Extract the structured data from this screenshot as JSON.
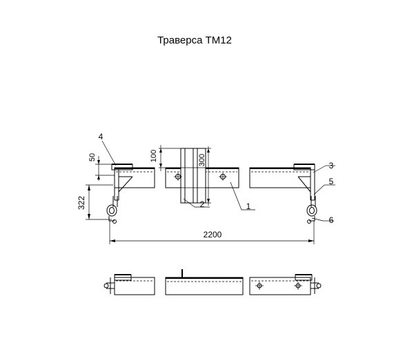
{
  "title": "Траверса ТМ12",
  "dimensions": {
    "overall_length": "2200",
    "height": "322",
    "top_offset": "50",
    "plate_width": "100",
    "plate_height": "300"
  },
  "callouts": {
    "c1": "1",
    "c2": "2",
    "c3": "3",
    "c4": "4",
    "c5": "5",
    "c6": "6"
  }
}
